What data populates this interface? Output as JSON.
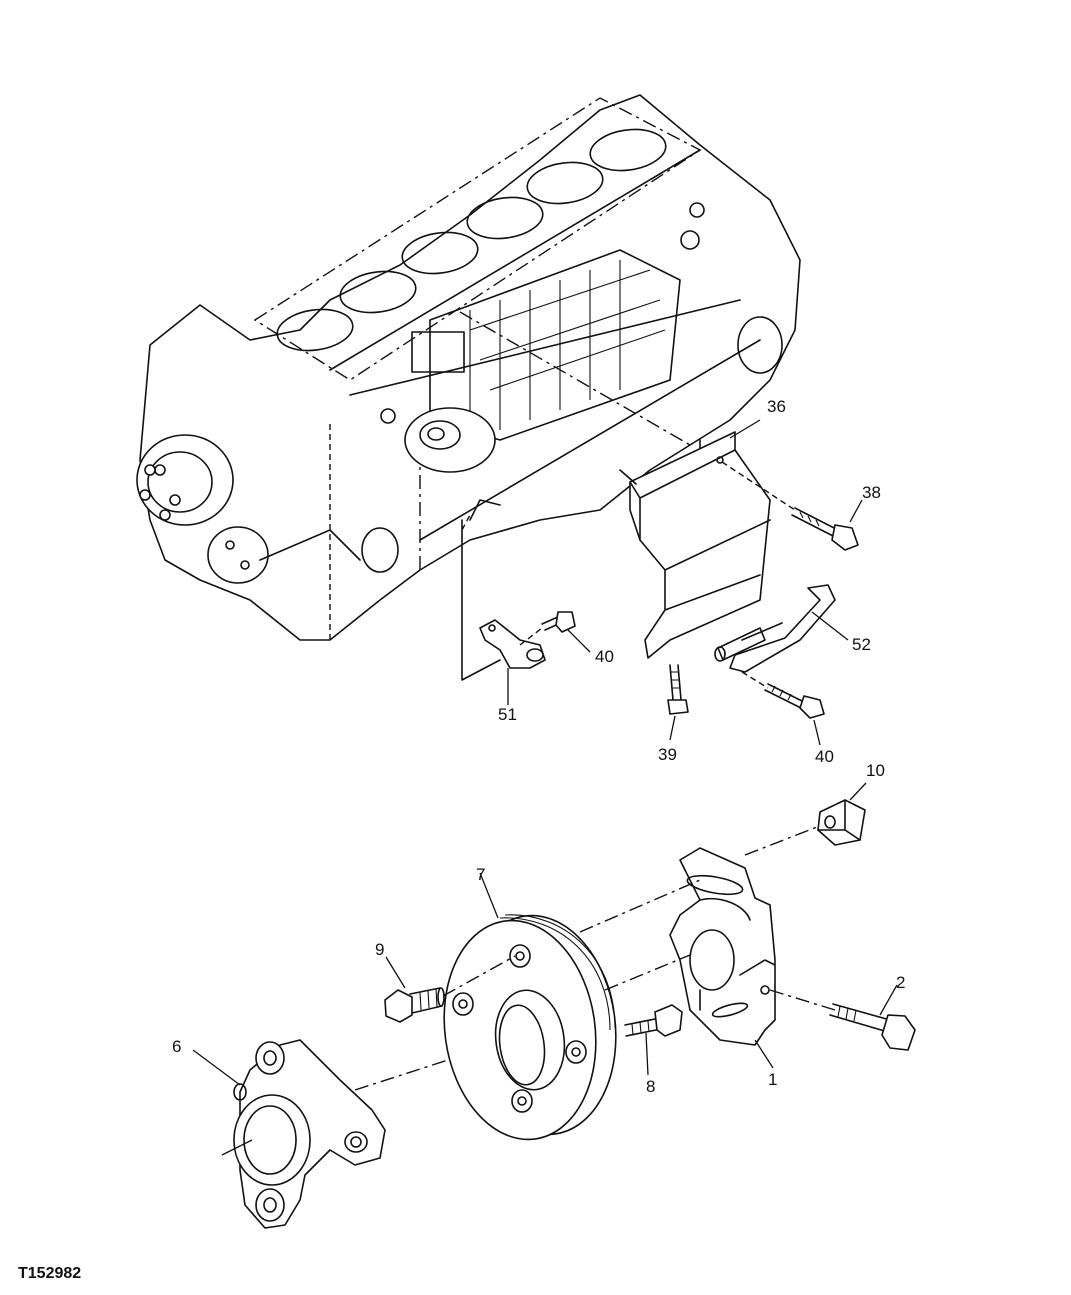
{
  "figure": {
    "id": "T152982"
  },
  "callouts": {
    "c36": "36",
    "c38": "38",
    "c40a": "40",
    "c52": "52",
    "c51": "51",
    "c39": "39",
    "c40b": "40",
    "c10": "10",
    "c7": "7",
    "c9": "9",
    "c2": "2",
    "c6": "6",
    "c8": "8",
    "c1": "1"
  }
}
